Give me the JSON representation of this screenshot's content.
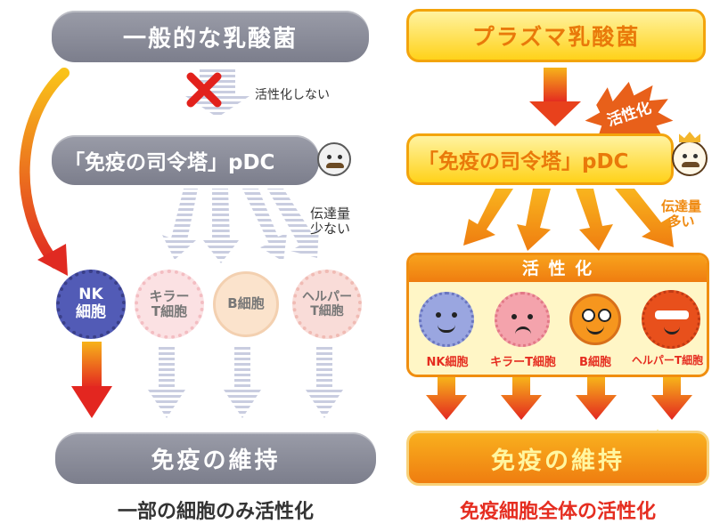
{
  "left": {
    "top_box": "一般的な乳酸菌",
    "no_activation": "活性化しない",
    "pdc_box": "「免疫の司令塔」pDC",
    "transmission": [
      "伝達量",
      "少ない"
    ],
    "cells": [
      {
        "line1": "NK",
        "line2": "細胞"
      },
      {
        "line1": "キラー",
        "line2": "T細胞"
      },
      {
        "line1": "B細胞",
        "line2": ""
      },
      {
        "line1": "ヘルパー",
        "line2": "T細胞"
      }
    ],
    "bottom_box": "免疫の維持",
    "caption": "一部の細胞のみ活性化"
  },
  "right": {
    "top_box": "プラズマ乳酸菌",
    "activation_burst": "活性化",
    "pdc_box": "「免疫の司令塔」pDC",
    "transmission": [
      "伝達量",
      "多い"
    ],
    "panel_title": "活 性 化",
    "cells": [
      "NK細胞",
      "キラーT細胞",
      "B細胞",
      "ヘルパーT細胞"
    ],
    "bottom_box": "免疫の維持",
    "caption": "免疫細胞全体の活性化"
  },
  "colors": {
    "gray": "#858795",
    "orange": "#ef8a11",
    "red": "#e52d20",
    "yellow": "#ffd21a",
    "nk_blue": "#525bb6"
  }
}
